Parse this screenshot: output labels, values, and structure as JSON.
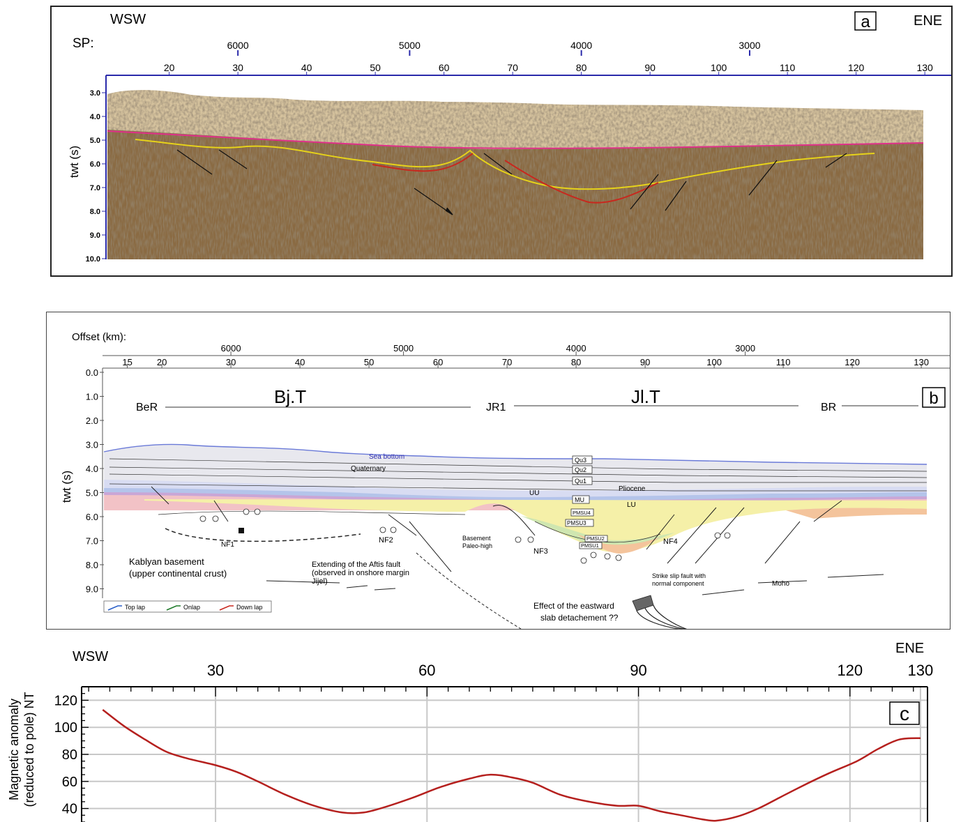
{
  "panel_a": {
    "label": "a",
    "left_direction": "WSW",
    "right_direction": "ENE",
    "sp_label": "SP:",
    "sp_ticks": [
      "6000",
      "5000",
      "4000",
      "3000"
    ],
    "top_ticks": [
      "20",
      "30",
      "40",
      "50",
      "60",
      "70",
      "80",
      "90",
      "100",
      "110",
      "120",
      "130"
    ],
    "y_axis_label": "twt (s)",
    "y_ticks": [
      "3.0",
      "4.0",
      "5.0",
      "6.0",
      "7.0",
      "8.0",
      "9.0",
      "10.0"
    ],
    "colors": {
      "seismic_dark": "#4a3a28",
      "seismic_light": "#d9c9a8",
      "horizon_magenta": "#e0308a",
      "horizon_yellow": "#e6d21a",
      "horizon_red": "#c8281e",
      "frame": "#2a2aaa"
    }
  },
  "panel_b": {
    "label": "b",
    "offset_label": "Offset (km):",
    "sp_ticks": [
      "6000",
      "5000",
      "4000",
      "3000"
    ],
    "top_ticks": [
      "15",
      "20",
      "30",
      "40",
      "50",
      "60",
      "70",
      "80",
      "90",
      "100",
      "110",
      "120",
      "130"
    ],
    "y_axis_label": "twt (s)",
    "y_ticks": [
      "0.0",
      "1.0",
      "2.0",
      "3.0",
      "4.0",
      "5.0",
      "6.0",
      "7.0",
      "8.0",
      "9.0"
    ],
    "domains": {
      "ber": "BeR",
      "bjt": "Bj.T",
      "jr1": "JR1",
      "jlt": "Jl.T",
      "br": "BR"
    },
    "units": {
      "sea_bottom": "Sea bottom",
      "quaternary": "Quaternary",
      "qu3": "Qu3",
      "qu2": "Qu2",
      "qu1": "Qu1",
      "pliocene": "Pliocene",
      "uu": "UU",
      "mu": "MU",
      "lu": "LU",
      "pmsu4": "PMSU4",
      "pmsu3": "PMSU3",
      "pmsu2": "PMSU2",
      "pmsu1": "PMSU1"
    },
    "faults": {
      "nf1": "NF1",
      "nf2": "NF2",
      "nf3": "NF3",
      "nf4": "NF4"
    },
    "annotations": {
      "basement_paleo_high_1": "Basement",
      "basement_paleo_high_2": "Paleo-high",
      "kabylian_1": "Kablyan basement",
      "kabylian_2": "(upper continental crust)",
      "aftis_1": "Extending of the Aftis fault",
      "aftis_2": "(observed in onshore margin",
      "aftis_3": "Jijel)",
      "strike_slip_1": "Strike slip fault with",
      "strike_slip_2": "normal component",
      "moho": "Moho",
      "slab_1": "Effect of the eastward",
      "slab_2": "slab  detachement ??"
    },
    "legend": [
      {
        "label": "Top lap",
        "color": "#2a5fc8"
      },
      {
        "label": "Onlap",
        "color": "#1e7a2a"
      },
      {
        "label": "Down lap",
        "color": "#c8281e"
      }
    ],
    "colors": {
      "qu": "#e8e8ee",
      "pliocene": "#d8dcf2",
      "messinian_blue": "#b4c4ea",
      "messinian_purple": "#c9a6d6",
      "lu_pink": "#f2c2c6",
      "pmsu_yellow": "#f5f0a8",
      "pmsu_green": "#cfe6b0",
      "pmsu_orange": "#f4c49c",
      "sea_bottom": "#6a7ad8"
    }
  },
  "panel_c": {
    "label": "c",
    "left_direction": "WSW",
    "right_direction": "ENE",
    "y_axis_label_1": "Magnetic anomaly",
    "y_axis_label_2": "(reduced to pole) NT",
    "line_color": "#b5201e",
    "chart_data": {
      "type": "line",
      "title": "",
      "xlabel": "",
      "ylabel": "Magnetic anomaly (reduced to pole) NT",
      "x_ticks": [
        30,
        60,
        90,
        120,
        130
      ],
      "y_ticks": [
        40,
        60,
        80,
        100,
        120
      ],
      "xlim": [
        11,
        131
      ],
      "ylim": [
        30,
        130
      ],
      "grid": true,
      "series": [
        {
          "x": [
            14,
            17,
            20,
            23,
            26,
            30,
            33,
            36,
            40,
            44,
            48,
            51,
            54,
            58,
            62,
            66,
            69,
            72,
            75,
            79,
            83,
            87,
            90,
            93,
            96,
            99,
            101,
            104,
            107,
            110,
            113,
            117,
            121,
            124,
            127,
            130
          ],
          "y": [
            113,
            101,
            91,
            82,
            77,
            72,
            67,
            60,
            50,
            42,
            37,
            37,
            41,
            48,
            56,
            62,
            65,
            63,
            59,
            50,
            45,
            42,
            42,
            38,
            35,
            32,
            31,
            34,
            40,
            48,
            56,
            66,
            75,
            84,
            91,
            92
          ]
        }
      ]
    }
  }
}
